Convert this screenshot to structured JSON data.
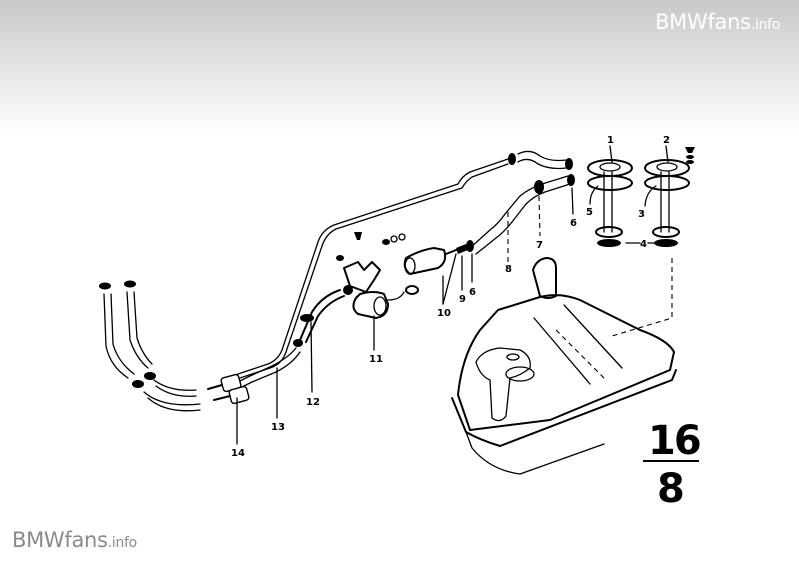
{
  "watermark": {
    "brand": "BMWfans",
    "suffix": ".info"
  },
  "diagram": {
    "title": "Fuel tank, fuel lines and fuel pump (exploded parts view)",
    "group_number": {
      "numerator": "16",
      "denominator": "8"
    },
    "callouts": [
      {
        "id": "c1",
        "label": "1"
      },
      {
        "id": "c2",
        "label": "2"
      },
      {
        "id": "c3",
        "label": "3"
      },
      {
        "id": "c4",
        "label": "4"
      },
      {
        "id": "c5",
        "label": "5"
      },
      {
        "id": "c6a",
        "label": "6"
      },
      {
        "id": "c6b",
        "label": "6"
      },
      {
        "id": "c7",
        "label": "7"
      },
      {
        "id": "c8",
        "label": "8"
      },
      {
        "id": "c9",
        "label": "9"
      },
      {
        "id": "c10",
        "label": "10"
      },
      {
        "id": "c11",
        "label": "11"
      },
      {
        "id": "c12",
        "label": "12"
      },
      {
        "id": "c13",
        "label": "13"
      },
      {
        "id": "c14",
        "label": "14"
      }
    ]
  }
}
